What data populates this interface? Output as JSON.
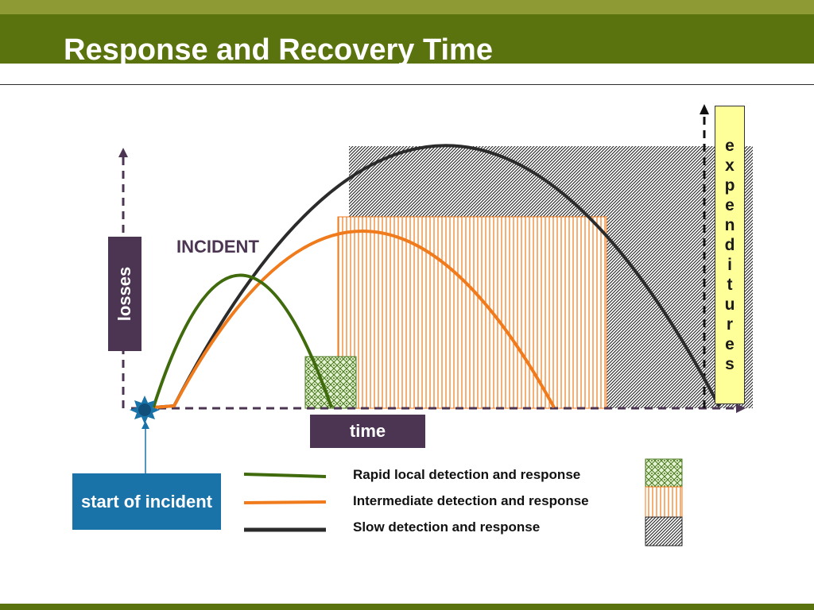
{
  "slide": {
    "title": "Response and Recovery Time"
  },
  "diagram": {
    "y_axis_label": "losses",
    "x_axis_label": "time",
    "incident_label": "INCIDENT",
    "expenditures_letters": [
      "e",
      "x",
      "p",
      "e",
      "n",
      "d",
      "i",
      "t",
      "u",
      "r",
      "e",
      "s"
    ],
    "start_label": "start of incident"
  },
  "legend": [
    {
      "label": "Rapid local detection and response",
      "color": "#3f6b0d",
      "pattern": "green-diamond"
    },
    {
      "label": "Intermediate detection and response",
      "color": "#f07b1c",
      "pattern": "orange-vertical-lines"
    },
    {
      "label": "Slow detection and response",
      "color": "#2b2b2b",
      "pattern": "black-diagonal-hatch"
    }
  ],
  "colors": {
    "title_band": "#5b730e",
    "accent_band": "#8e9a34",
    "label_box": "#4c3552",
    "start_box": "#1a73a8",
    "expenditures_box": "#ffff99"
  }
}
